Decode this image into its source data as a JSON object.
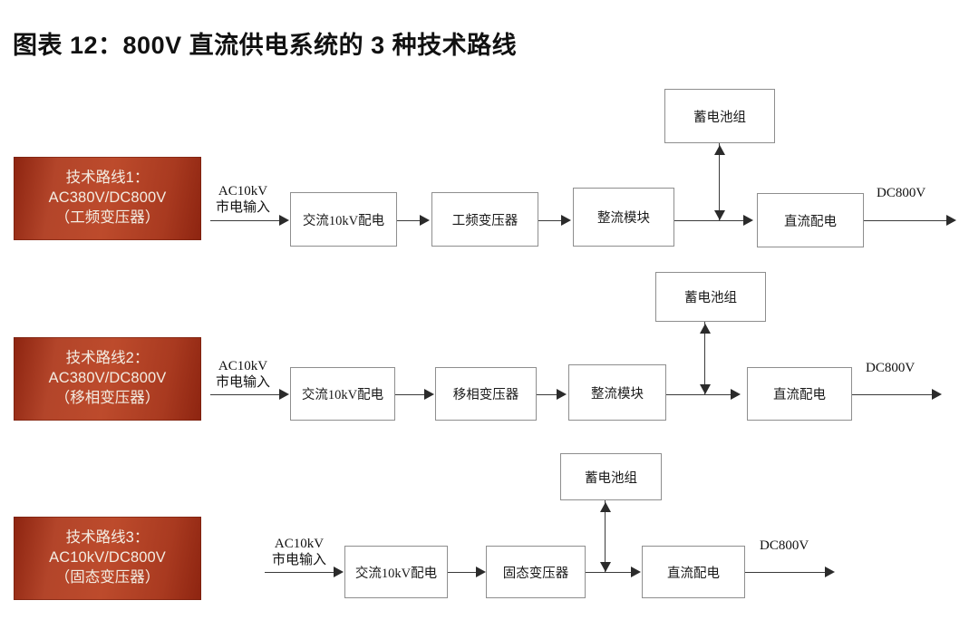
{
  "title": "图表 12：800V 直流供电系统的 3 种技术路线",
  "colors": {
    "label_red_dark": "#8d2410",
    "label_red_light": "#bd4b2c",
    "label_text": "#f3ece2",
    "box_border": "#8e8e8e",
    "line": "#3a3a3a"
  },
  "rows": [
    {
      "label": {
        "line1": "技术路线1：",
        "line2": "AC380V/DC800V",
        "line3": "（工频变压器）"
      },
      "input_label_line1": "AC10kV",
      "input_label_line2": "市电输入",
      "output_label": "DC800V",
      "battery": "蓄电池组",
      "stages": [
        "交流10kV配电",
        "工频变压器",
        "整流模块",
        "直流配电"
      ]
    },
    {
      "label": {
        "line1": "技术路线2：",
        "line2": "AC380V/DC800V",
        "line3": "（移相变压器）"
      },
      "input_label_line1": "AC10kV",
      "input_label_line2": "市电输入",
      "output_label": "DC800V",
      "battery": "蓄电池组",
      "stages": [
        "交流10kV配电",
        "移相变压器",
        "整流模块",
        "直流配电"
      ]
    },
    {
      "label": {
        "line1": "技术路线3：",
        "line2": "AC10kV/DC800V",
        "line3": "（固态变压器）"
      },
      "input_label_line1": "AC10kV",
      "input_label_line2": "市电输入",
      "output_label": "DC800V",
      "battery": "蓄电池组",
      "stages": [
        "交流10kV配电",
        "固态变压器",
        "直流配电"
      ]
    }
  ]
}
